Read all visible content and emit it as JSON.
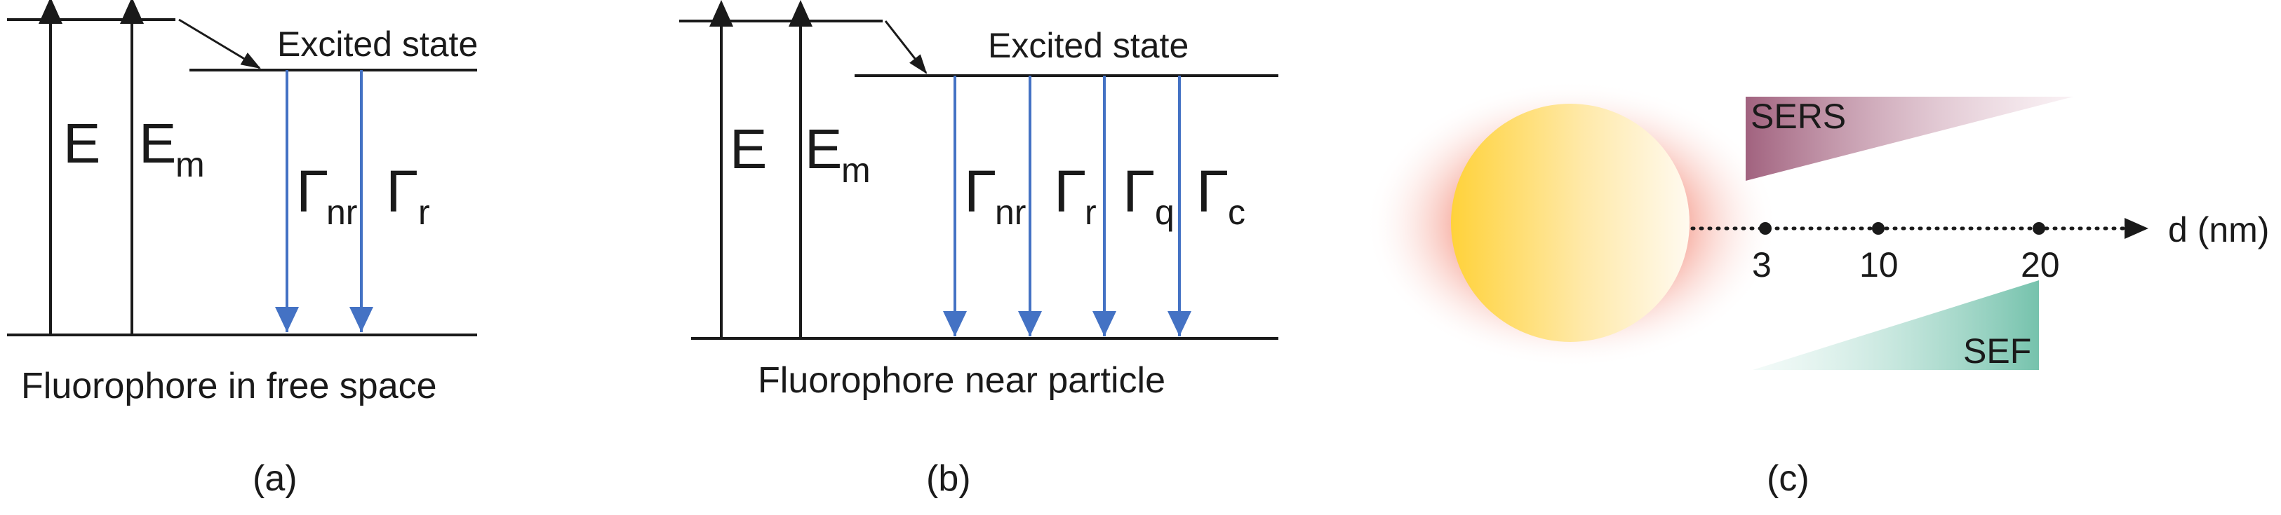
{
  "panel_a": {
    "excited_state": "Excited state",
    "energy": "E",
    "energy_m_base": "E",
    "energy_m_sub": "m",
    "gamma_nr_base": "Γ",
    "gamma_nr_sub": "nr",
    "gamma_r_base": "Γ",
    "gamma_r_sub": "r",
    "caption": "Fluorophore in free space",
    "label": "(a)"
  },
  "panel_b": {
    "excited_state": "Excited state",
    "energy": "E",
    "energy_m_base": "E",
    "energy_m_sub": "m",
    "gamma_nr_base": "Γ",
    "gamma_nr_sub": "nr",
    "gamma_r_base": "Γ",
    "gamma_r_sub": "r",
    "gamma_q_base": "Γ",
    "gamma_q_sub": "q",
    "gamma_c_base": "Γ",
    "gamma_c_sub": "c",
    "caption": "Fluorophore near particle",
    "label": "(b)"
  },
  "panel_c": {
    "sers": "SERS",
    "sef": "SEF",
    "axis_label": "d (nm)",
    "ticks": [
      "3",
      "10",
      "20"
    ],
    "label": "(c)"
  },
  "colors": {
    "line": "#1a1a1a",
    "decay_arrow": "#4472c4",
    "glow": "#f07060",
    "sphere_left": "#ffd040",
    "sphere_right": "#fff8e8",
    "sers": "#b07088",
    "sef": "#70c0a8"
  }
}
